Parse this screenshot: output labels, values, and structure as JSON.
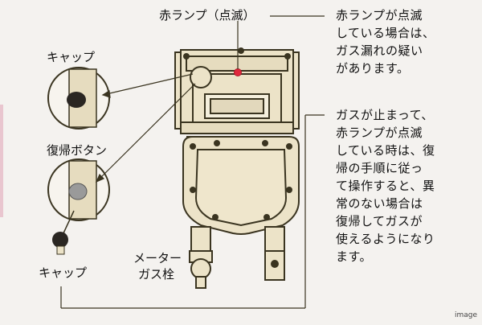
{
  "labels": {
    "red_lamp": "赤ランプ（点滅）",
    "cap_top": "キャップ",
    "reset_button": "復帰ボタン",
    "cap_bottom": "キャップ",
    "meter_valve_line1": "メーター",
    "meter_valve_line2": "ガス栓"
  },
  "note_top": [
    "赤ランプが点滅",
    "している場合は、",
    "ガス漏れの疑い",
    "があります。"
  ],
  "note_bottom": [
    "ガスが止まって、",
    "赤ランプが点滅",
    "している時は、復",
    "帰の手順に従っ",
    "て操作すると、異",
    "常のない場合は",
    "復帰してガスが",
    "使えるようになり",
    "ます。"
  ],
  "watermark": "image",
  "colors": {
    "meter_body": "#ece3c8",
    "meter_outline": "#3a3420",
    "lamp_red": "#e0283c",
    "cap_dark": "#2a2622",
    "button_gray": "#9a9a9a"
  }
}
